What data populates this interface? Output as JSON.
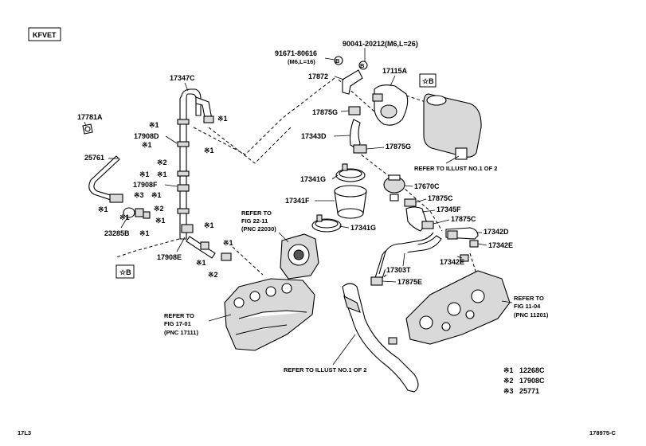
{
  "engine_code": "KFVET",
  "sheet_left": "17L3",
  "sheet_right": "178975-C",
  "callouts": {
    "p91671": "91671-80616",
    "p91671_spec": "(M6,L=16)",
    "p90041": "90041-20212(M6,L=26)",
    "p17872": "17872",
    "p17115A": "17115A",
    "p17347C": "17347C",
    "p17781A": "17781A",
    "p17908D": "17908D",
    "p25761": "25761",
    "p17908F": "17908F",
    "p23285B": "23285B",
    "p17908E": "17908E",
    "p17875G_a": "17875G",
    "p17343D": "17343D",
    "p17875G_b": "17875G",
    "p17341G_a": "17341G",
    "p17341F": "17341F",
    "p17341G_b": "17341G",
    "p17670C": "17670C",
    "p17875C_a": "17875C",
    "p17345F": "17345F",
    "p17875C_b": "17875C",
    "p17342D": "17342D",
    "p17342E_a": "17342E",
    "p17342E_b": "17342E",
    "p17303T": "17303T",
    "p17875E": "17875E"
  },
  "ref_marks": {
    "x1": "※1",
    "x2": "※2",
    "x3": "※3",
    "star_b": "☆B"
  },
  "notes": {
    "refer_illust_top": "REFER TO ILLUST NO.1 OF 2",
    "refer_illust_bottom": "REFER TO ILLUST NO.1 OF 2",
    "refer_fig22_l1": "REFER TO",
    "refer_fig22_l2": "FIG 22-11",
    "refer_fig22_l3": "(PNC 22030)",
    "refer_fig17_l1": "REFER TO",
    "refer_fig17_l2": "FIG 17-01",
    "refer_fig17_l3": "(PNC 17111)",
    "refer_fig11_l1": "REFER TO",
    "refer_fig11_l2": "FIG 11-04",
    "refer_fig11_l3": "(PNC 11201)"
  },
  "legend": [
    {
      "mark": "※1",
      "part": "12268C"
    },
    {
      "mark": "※2",
      "part": "17908C"
    },
    {
      "mark": "※3",
      "part": "25771"
    }
  ],
  "icons": [
    "circled-b-bolt-icon",
    "circled-b-bolt-icon"
  ]
}
